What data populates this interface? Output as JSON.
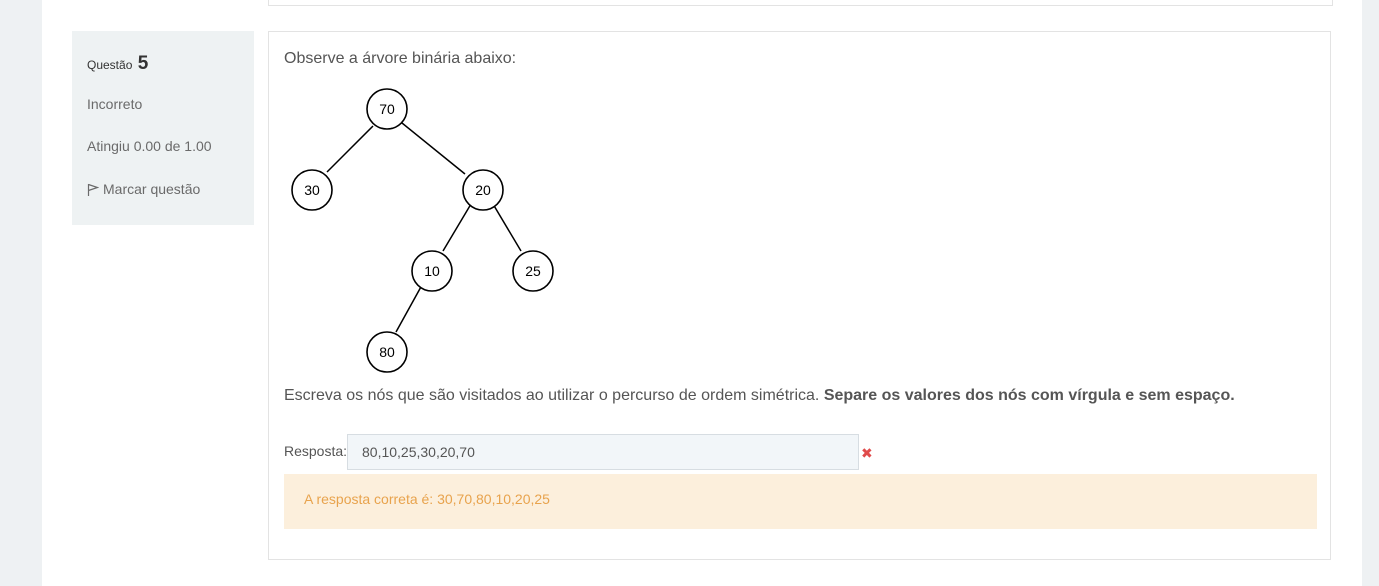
{
  "question": {
    "label": "Questão",
    "number": "5",
    "status": "Incorreto",
    "score": "Atingiu 0.00 de 1.00",
    "flag_label": "Marcar questão"
  },
  "content": {
    "prompt": "Observe a árvore binária abaixo:",
    "instruction_plain": "Escreva os nós que são visitados ao utilizar o percurso de ordem simétrica. ",
    "instruction_bold": "Separe os valores dos nós com vírgula e sem espaço.",
    "answer_label": "Resposta:",
    "answer_value": "80,10,25,30,20,70",
    "feedback": "A resposta correta é: 30,70,80,10,20,25"
  },
  "tree": {
    "nodes": [
      "70",
      "30",
      "20",
      "10",
      "25",
      "80"
    ]
  },
  "icons": {
    "flag": "flag-icon",
    "incorrect": "incorrect-icon"
  },
  "colors": {
    "feedback_bg": "#fcefdc",
    "feedback_text": "#e8a34d",
    "incorrect": "#e04b4b"
  }
}
